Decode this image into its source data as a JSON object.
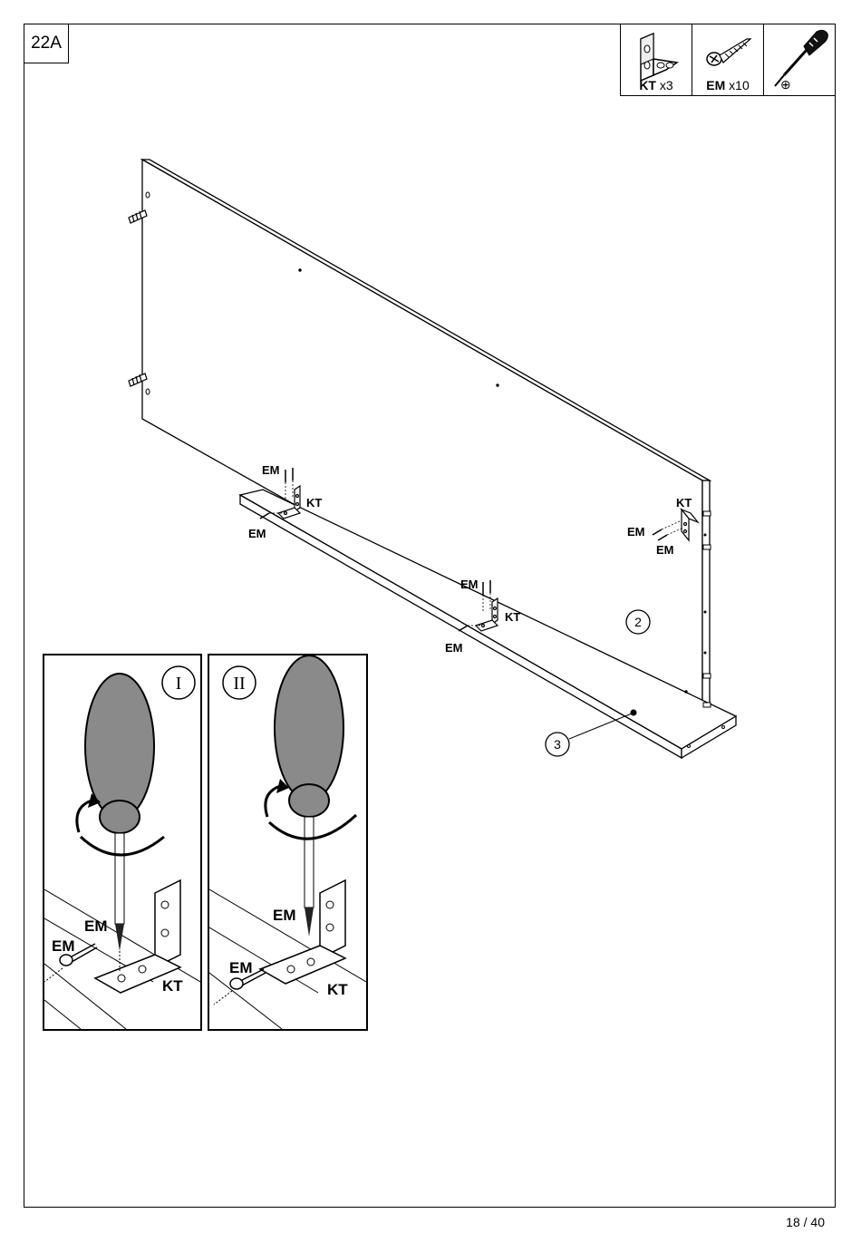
{
  "step": {
    "number": "22A"
  },
  "parts": [
    {
      "code": "KT",
      "qty": "x3",
      "icon": "angle-bracket-icon"
    },
    {
      "code": "EM",
      "qty": "x10",
      "icon": "screw-icon"
    },
    {
      "tool": "phillips-screwdriver-icon",
      "symbol": "⊕"
    }
  ],
  "main": {
    "labels": {
      "em": "EM",
      "kt": "KT"
    },
    "callouts": {
      "panel": "2",
      "base": "3"
    }
  },
  "details": [
    {
      "roman": "I",
      "em": "EM",
      "kt": "KT"
    },
    {
      "roman": "II",
      "em": "EM",
      "kt": "KT"
    }
  ],
  "footer": {
    "page": "18 / 40"
  }
}
